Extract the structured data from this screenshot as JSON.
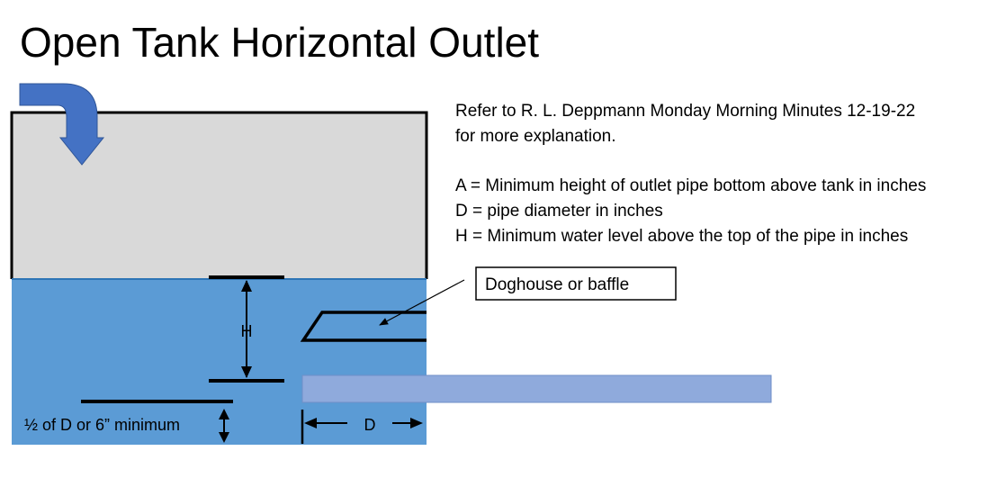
{
  "title": "Open Tank Horizontal Outlet",
  "notes": {
    "reference_line1": "Refer to R. L. Deppmann Monday Morning Minutes 12-19-22",
    "reference_line2": "for more explanation.",
    "def_a": "A = Minimum height of outlet pipe bottom above tank in inches",
    "def_d": "D = pipe diameter in inches",
    "def_h": "H = Minimum water level above the top of the pipe in inches"
  },
  "diagram": {
    "callout_label": "Doghouse or baffle",
    "h_label": "H",
    "d_label": "D",
    "min_label": "½ of D or 6” minimum"
  },
  "colors": {
    "air": "#d9d9d9",
    "water": "#5b9bd5",
    "pipe": "#8faadc",
    "inflow_arrow": "#4472c4"
  }
}
